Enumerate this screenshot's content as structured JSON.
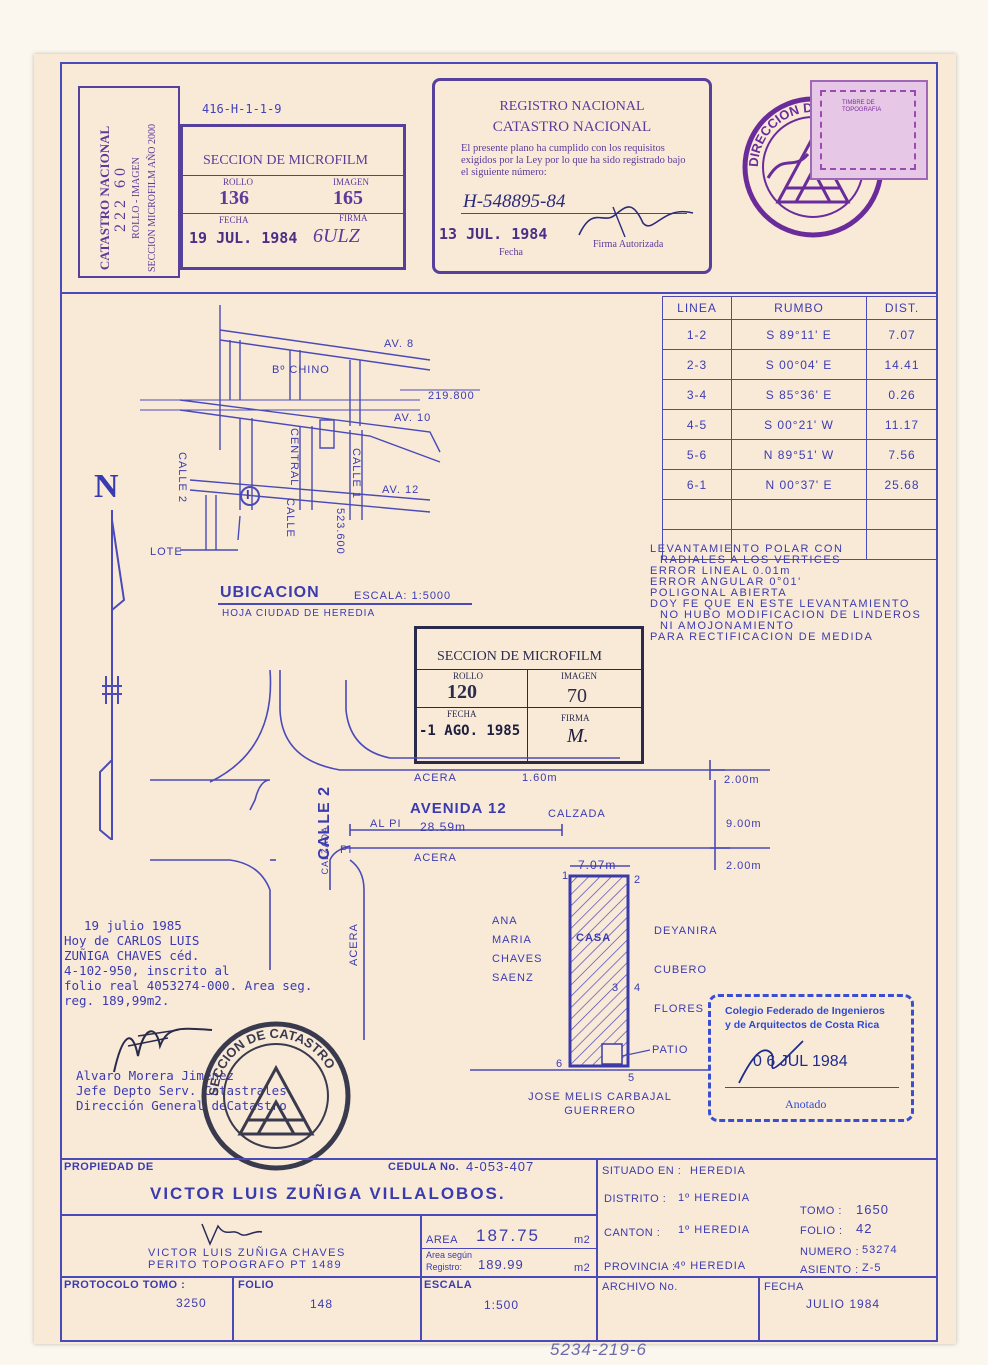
{
  "header": {
    "file_ref": "416-H-1-1-9",
    "vertical_stamp": {
      "line1": "CATASTRO NACIONAL",
      "line2": "222  60",
      "line3": "ROLLO - IMAGEN",
      "line4": "SECCION MICROFILM AÑO 2000"
    },
    "microfilm_1": {
      "title": "SECCION DE MICROFILM",
      "rollo_label": "ROLLO",
      "rollo": "136",
      "imagen_label": "IMAGEN",
      "imagen": "165",
      "fecha_label": "FECHA",
      "fecha": "19 JUL. 1984",
      "firma_label": "FIRMA",
      "firma": "6ULZ"
    },
    "registro": {
      "line1": "REGISTRO NACIONAL",
      "line2": "CATASTRO NACIONAL",
      "text": "El presente plano ha cumplido con los requisitos exigidos por la Ley por lo que ha sido registrado bajo el siguiente número:",
      "number": "H-548895-84",
      "date": "13 JUL. 1984",
      "fecha_label": "Fecha",
      "firma_label": "Firma Autorizada"
    },
    "circle_stamp": "DIRECCION DE CATASTRO",
    "timbre": "TIMBRE DE TOPOGRAFIA"
  },
  "location": {
    "labels": {
      "av8": "AV. 8",
      "chino": "Bº CHINO",
      "coord1": "219.800",
      "av10": "AV. 10",
      "av12": "AV. 12",
      "calle2": "CALLE 2",
      "central": "CENTRAL",
      "calle_a": "CALLE",
      "calle1": "CALLE 1",
      "coord2": "523.600",
      "lote": "LOTE",
      "lote_num": "I"
    },
    "title": "UBICACION",
    "scale": "ESCALA: 1:5000",
    "subtitle": "HOJA CIUDAD DE HEREDIA",
    "north": "N"
  },
  "courses": {
    "headers": [
      "LINEA",
      "RUMBO",
      "DIST."
    ],
    "rows": [
      [
        "1-2",
        "S 89°11' E",
        "7.07"
      ],
      [
        "2-3",
        "S 00°04' E",
        "14.41"
      ],
      [
        "3-4",
        "S 85°36' E",
        "0.26"
      ],
      [
        "4-5",
        "S 00°21' W",
        "11.17"
      ],
      [
        "5-6",
        "N 89°51' W",
        "7.56"
      ],
      [
        "6-1",
        "N 00°37' E",
        "25.68"
      ]
    ]
  },
  "notes": [
    "LEVANTAMIENTO POLAR CON",
    "RADIALES A LOS VERTICES",
    "ERROR LINEAL 0.01m",
    "ERROR ANGULAR 0°01'",
    "POLIGONAL ABIERTA",
    "DOY FE QUE EN ESTE LEVANTAMIENTO",
    "NO HUBO MODIFICACION DE LINDEROS",
    "NI AMOJONAMIENTO",
    "PARA RECTIFICACION DE MEDIDA"
  ],
  "microfilm_2": {
    "title": "SECCION DE MICROFILM",
    "rollo_label": "ROLLO",
    "rollo": "120",
    "imagen_label": "IMAGEN",
    "imagen": "70",
    "fecha_label": "FECHA",
    "fecha": "-1 AGO. 1985",
    "firma_label": "FIRMA",
    "firma": "M."
  },
  "plan": {
    "acera_top": "ACERA",
    "dim_160": "1.60m",
    "dim_200a": "2.00m",
    "avenida": "AVENIDA 12",
    "calzada_a": "CALZADA",
    "al_pi": "AL PI",
    "dist_pi": "28.59m",
    "dim_900": "9.00m",
    "calle2": "CALLE 2",
    "calzada_b": "CALZADA",
    "pi": "PI",
    "acera_mid": "ACERA",
    "dim_707": "7.07m",
    "dim_200b": "2.00m",
    "acera_side": "ACERA",
    "casa": "CASA",
    "patio": "PATIO",
    "left_owner": [
      "ANA",
      "MARIA",
      "CHAVES",
      "SAENZ"
    ],
    "right_owner": [
      "DEYANIRA",
      "CUBERO",
      "FLORES"
    ],
    "bottom_owner": [
      "JOSE MELIS CARBAJAL",
      "GUERRERO"
    ],
    "v1": "1",
    "v2": "2",
    "v3": "3",
    "v4": "4",
    "v5": "5",
    "v6": "6"
  },
  "annotation": {
    "lines": [
      "19 julio 1985",
      "Hoy de CARLOS LUIS",
      "ZUÑIGA CHAVES céd.",
      "4-102-950, inscrito al",
      "folio real 4053274-000. Area seg.",
      "reg. 189,99m2."
    ],
    "sign": [
      "Alvaro Morera Jiménez",
      "Jefe Depto Serv. Catastrales",
      "Dirección General deCatastro"
    ],
    "circle_stamp": "SECCION DE CATASTRO"
  },
  "colegio_stamp": {
    "line1": "Colegio Federado de Ingenieros",
    "line2": "y de Arquitectos de Costa Rica",
    "date": "0 6 JUL 1984",
    "anotado": "Anotado"
  },
  "title_block": {
    "propiedad_label": "PROPIEDAD DE",
    "cedula_label": "CEDULA No.",
    "cedula": "4-053-407",
    "owner": "VICTOR LUIS ZUÑIGA VILLALOBOS.",
    "surveyor": "VICTOR LUIS ZUÑIGA CHAVES",
    "surveyor_title": "PERITO TOPOGRAFO PT 1489",
    "area_label": "AREA",
    "area": "187.75",
    "m2": "m2",
    "area_seg_label1": "Area según",
    "area_seg_label2": "Registro:",
    "area_seg": "189.99",
    "m2b": "m2",
    "situado_label": "SITUADO EN :",
    "situado": "HEREDIA",
    "distrito_label": "DISTRITO :",
    "distrito": "1º HEREDIA",
    "canton_label": "CANTON :",
    "canton": "1º HEREDIA",
    "provincia_label": "PROVINCIA :",
    "provincia": "4º HEREDIA",
    "tomo_label": "TOMO :",
    "tomo": "1650",
    "folio_label": "FOLIO :",
    "folio": "42",
    "numero_label": "NUMERO :",
    "numero": "53274",
    "asiento_label": "ASIENTO :",
    "asiento": "Z-5",
    "protocolo_label": "PROTOCOLO TOMO :",
    "protocolo": "3250",
    "folio2_label": "FOLIO",
    "folio2": "148",
    "escala_label": "ESCALA",
    "escala": "1:500",
    "archivo_label": "ARCHIVO No.",
    "fecha_label": "FECHA",
    "fecha": "JULIO 1984"
  },
  "footer_number": "5234-219-6"
}
